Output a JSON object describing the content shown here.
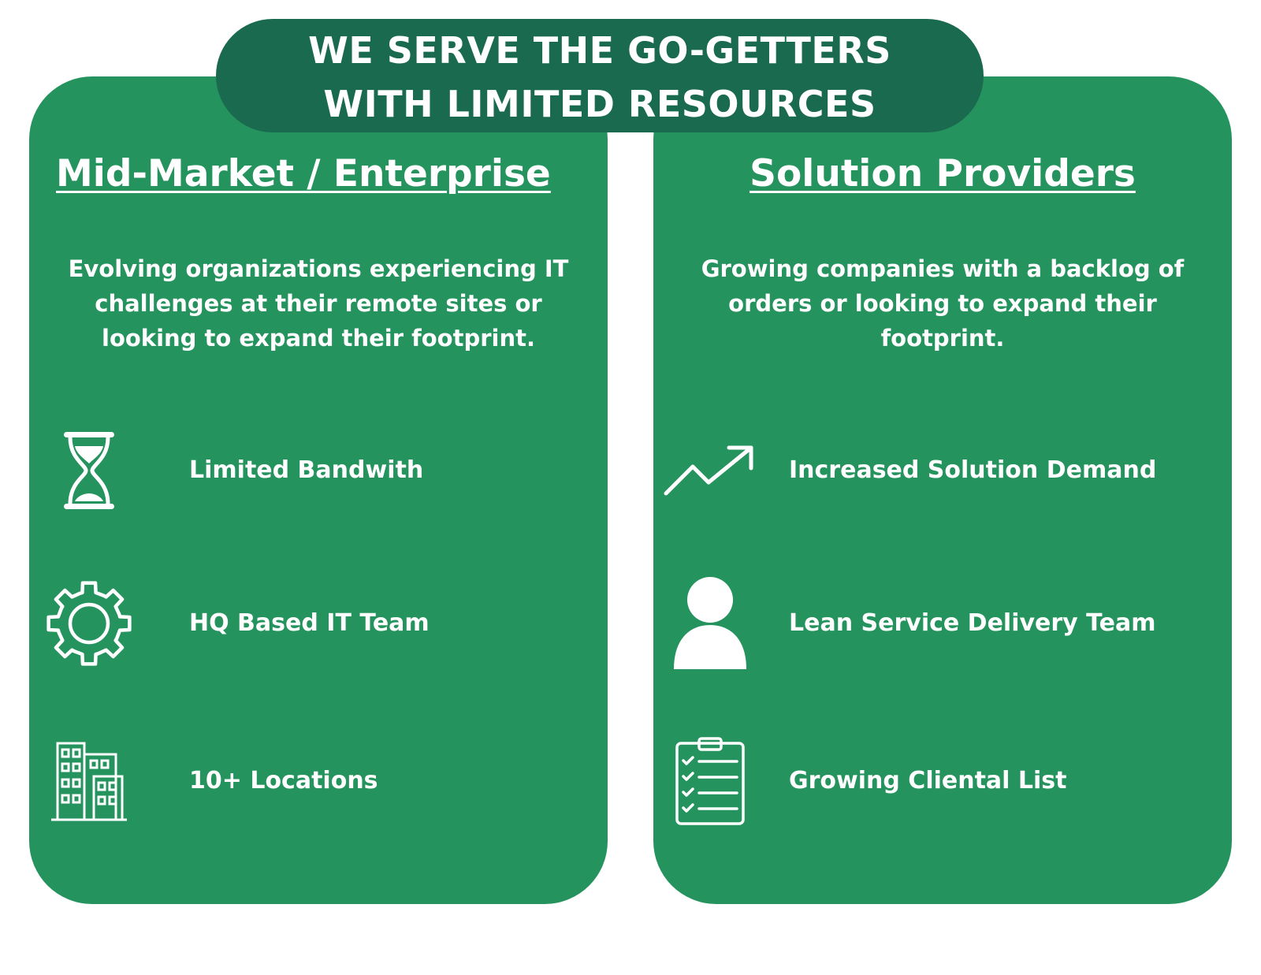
{
  "banner": {
    "line1": "WE SERVE THE GO-GETTERS",
    "line2": "WITH LIMITED RESOURCES"
  },
  "colors": {
    "panel": "#24935d",
    "banner": "#1a6a4f",
    "text": "#ffffff"
  },
  "left": {
    "title": "Mid-Market / Enterprise",
    "description": "Evolving organizations experiencing IT challenges at their remote sites or looking to expand their footprint.",
    "features": [
      {
        "icon": "hourglass-icon",
        "label": "Limited Bandwith"
      },
      {
        "icon": "gear-icon",
        "label": "HQ Based IT Team"
      },
      {
        "icon": "buildings-icon",
        "label": "10+ Locations"
      }
    ]
  },
  "right": {
    "title": "Solution Providers",
    "description": "Growing companies with a backlog of orders or looking to expand their footprint.",
    "features": [
      {
        "icon": "trending-up-icon",
        "label": "Increased Solution Demand"
      },
      {
        "icon": "person-icon",
        "label": "Lean Service Delivery Team"
      },
      {
        "icon": "checklist-icon",
        "label": "Growing Cliental List"
      }
    ]
  }
}
